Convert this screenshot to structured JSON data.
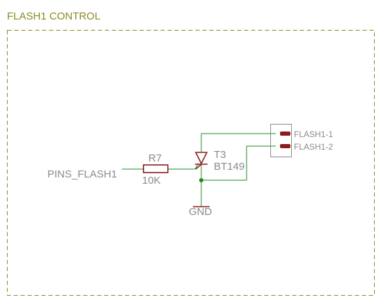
{
  "sheet": {
    "title": "FLASH1 CONTROL"
  },
  "net_label": {
    "text": "PINS_FLASH1"
  },
  "resistor": {
    "ref": "R7",
    "value": "10K"
  },
  "thyristor": {
    "ref": "T3",
    "value": "BT149"
  },
  "ground": {
    "label": "GND"
  },
  "connector": {
    "pins": [
      "FLASH1-1",
      "FLASH1-2"
    ]
  },
  "colors": {
    "wire": "#1f8a1f",
    "component": "#8b1c1c",
    "frame": "#8a8a1e",
    "label": "#8a8a8a"
  }
}
